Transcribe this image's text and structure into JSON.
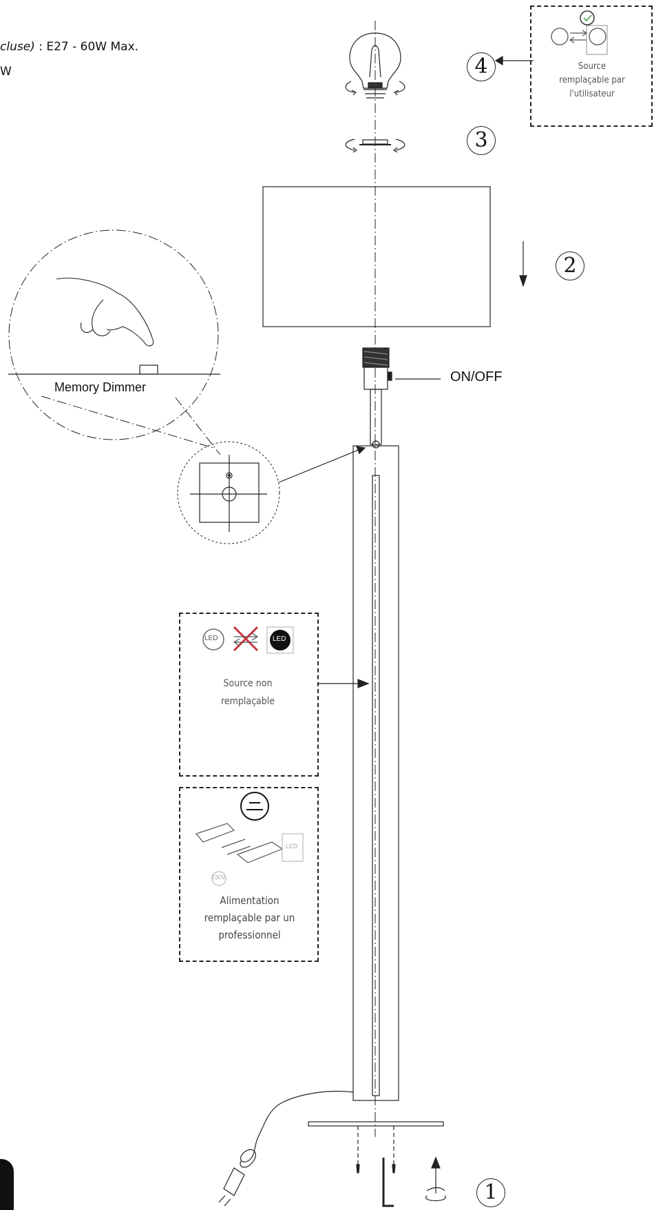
{
  "specs": {
    "line1_italic": "cluse)",
    "line1_rest": " : E27 - 60W Max.",
    "line2": "W"
  },
  "steps": [
    "1",
    "2",
    "3",
    "4"
  ],
  "labels": {
    "on_off": "ON/OFF",
    "memory_dimmer": "Memory Dimmer"
  },
  "boxes": {
    "replaceable_source": {
      "line1": "Source",
      "line2": "remplaçable par",
      "line3": "l'utilisateur"
    },
    "non_replaceable_source": {
      "led_label_outline": "LED",
      "led_label_filled": "LED",
      "line1": "Source non",
      "line2": "remplaçable"
    },
    "power_supply": {
      "voltage_label": "230V",
      "led_tag": "LED",
      "line1": "Alimentation",
      "line2": "remplaçable par un",
      "line3": "professionnel"
    }
  },
  "colors": {
    "line": "#222222",
    "check_green": "#3a9a3a",
    "cross_red": "#c8313b"
  },
  "icons": [
    "bulb-icon",
    "lamp-ring-icon",
    "shade-icon",
    "switch-icon",
    "swap-arrows-icon",
    "check-icon",
    "led-icon",
    "cross-icon",
    "technician-icon",
    "driver-icon",
    "allen-key-icon",
    "plug-icon",
    "rotate-arrow-icon"
  ]
}
